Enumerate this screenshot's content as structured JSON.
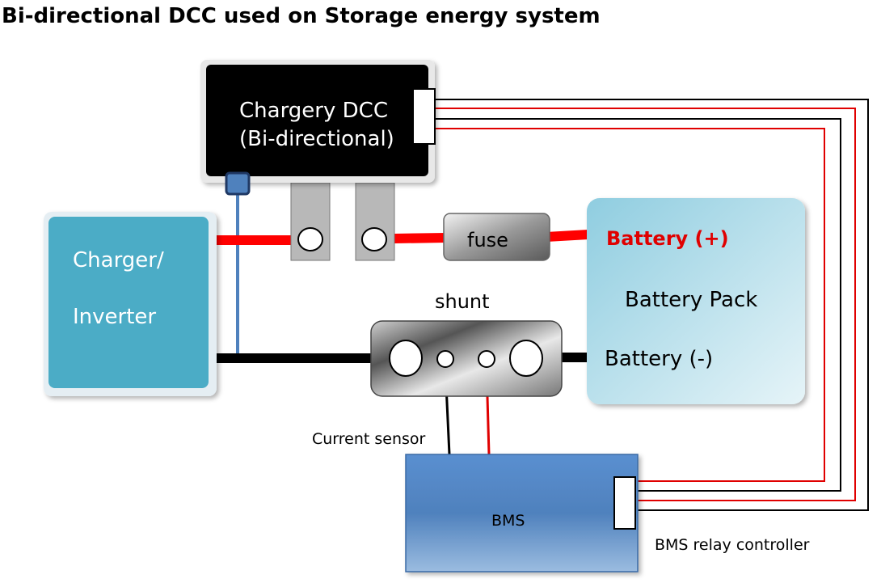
{
  "title": "Bi-directional DCC used on Storage energy system",
  "dcc": {
    "line1": "Chargery DCC",
    "line2": "(Bi-directional)"
  },
  "inverter": {
    "line1": "Charger/",
    "line2": "Inverter"
  },
  "fuse": {
    "label": "fuse"
  },
  "shunt": {
    "label": "shunt"
  },
  "battery": {
    "positive": "Battery (+)",
    "pack": "Battery Pack",
    "negative": "Battery (-)"
  },
  "current_sensor": {
    "label": "Current sensor"
  },
  "bms": {
    "label": "BMS"
  },
  "relay_controller": {
    "label": "BMS relay controller"
  },
  "colors": {
    "positive_wire": "#ff0000",
    "negative_wire": "#000000",
    "signal_wire": "#4f81bd",
    "inverter_fill": "#4bacc6",
    "bms_fill": "#4f81bd",
    "dcc_fill": "#000000"
  }
}
